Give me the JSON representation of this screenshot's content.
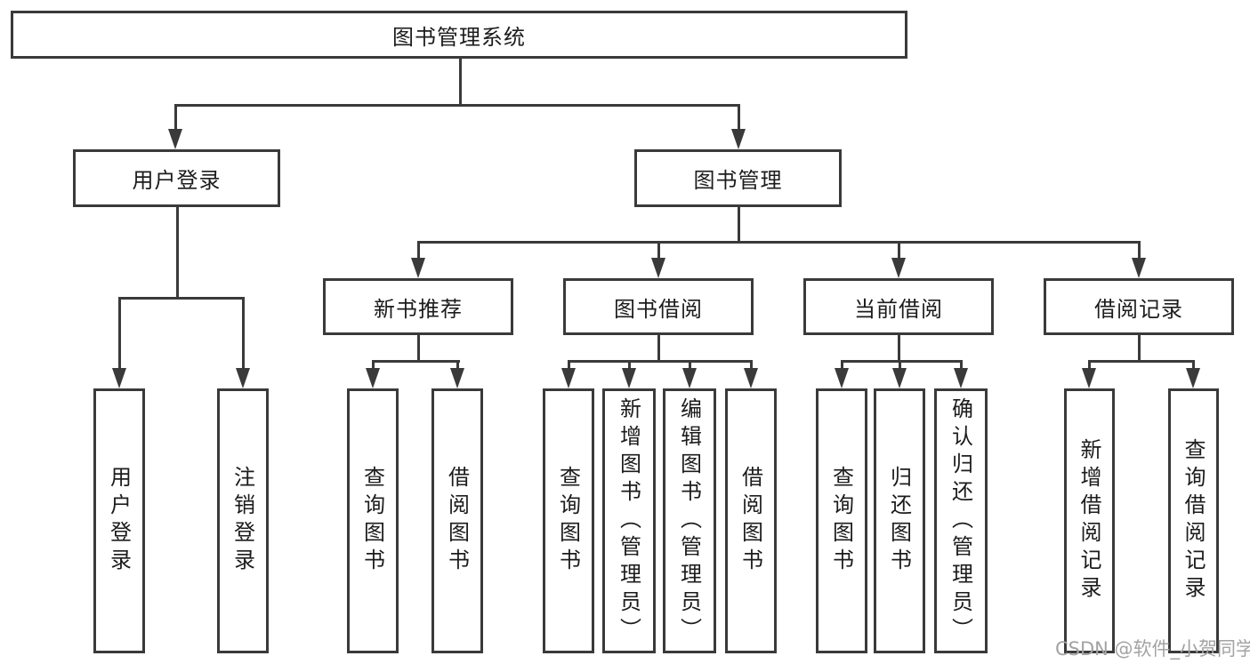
{
  "colors": {
    "line": "#3a3a3a",
    "border": "#3a3a3a",
    "text": "#1c1c1c",
    "watermark": "#a3a3a3",
    "background": "#ffffff"
  },
  "watermark": "CSDN @软件_小贺同学",
  "tree": {
    "root": "图书管理系统",
    "level2": {
      "user_login": "用户登录",
      "book_mgmt": "图书管理"
    },
    "level3": {
      "new_book_rec": "新书推荐",
      "book_borrow": "图书借阅",
      "current_borrow": "当前借阅",
      "borrow_record": "借阅记录"
    },
    "leaves": {
      "user_login_1": "用户登录",
      "user_login_2": "注销登录",
      "new_book_rec_1": "查询图书",
      "new_book_rec_2": "借阅图书",
      "book_borrow_1": "查询图书",
      "book_borrow_2": "新增图书（管理员）",
      "book_borrow_3": "编辑图书（管理员）",
      "book_borrow_4": "借阅图书",
      "current_borrow_1": "查询图书",
      "current_borrow_2": "归还图书",
      "current_borrow_3": "确认归还（管理员）",
      "borrow_record_1": "新增借阅记录",
      "borrow_record_2": "查询借阅记录"
    }
  }
}
